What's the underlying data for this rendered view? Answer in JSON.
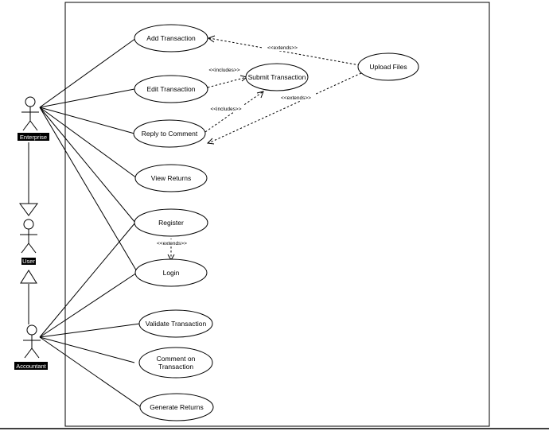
{
  "actors": {
    "enterprise": "Enterprise",
    "user": "User",
    "accountant": "Accountant"
  },
  "use_cases": {
    "add_transaction": "Add Transaction",
    "edit_transaction": "Edit Transaction",
    "reply_to_comment": "Reply to Comment",
    "view_returns": "View Returns",
    "register": "Register",
    "login": "Login",
    "validate_transaction": "Validate Transaction",
    "comment_on_transaction_line1": "Comment on",
    "comment_on_transaction_line2": "Transaction",
    "generate_returns": "Generate Returns",
    "submit_transaction": "Submit Transaction",
    "upload_files": "Upload Files"
  },
  "relations": {
    "extends": "<<extends>>",
    "includes": "<<includes>>"
  }
}
